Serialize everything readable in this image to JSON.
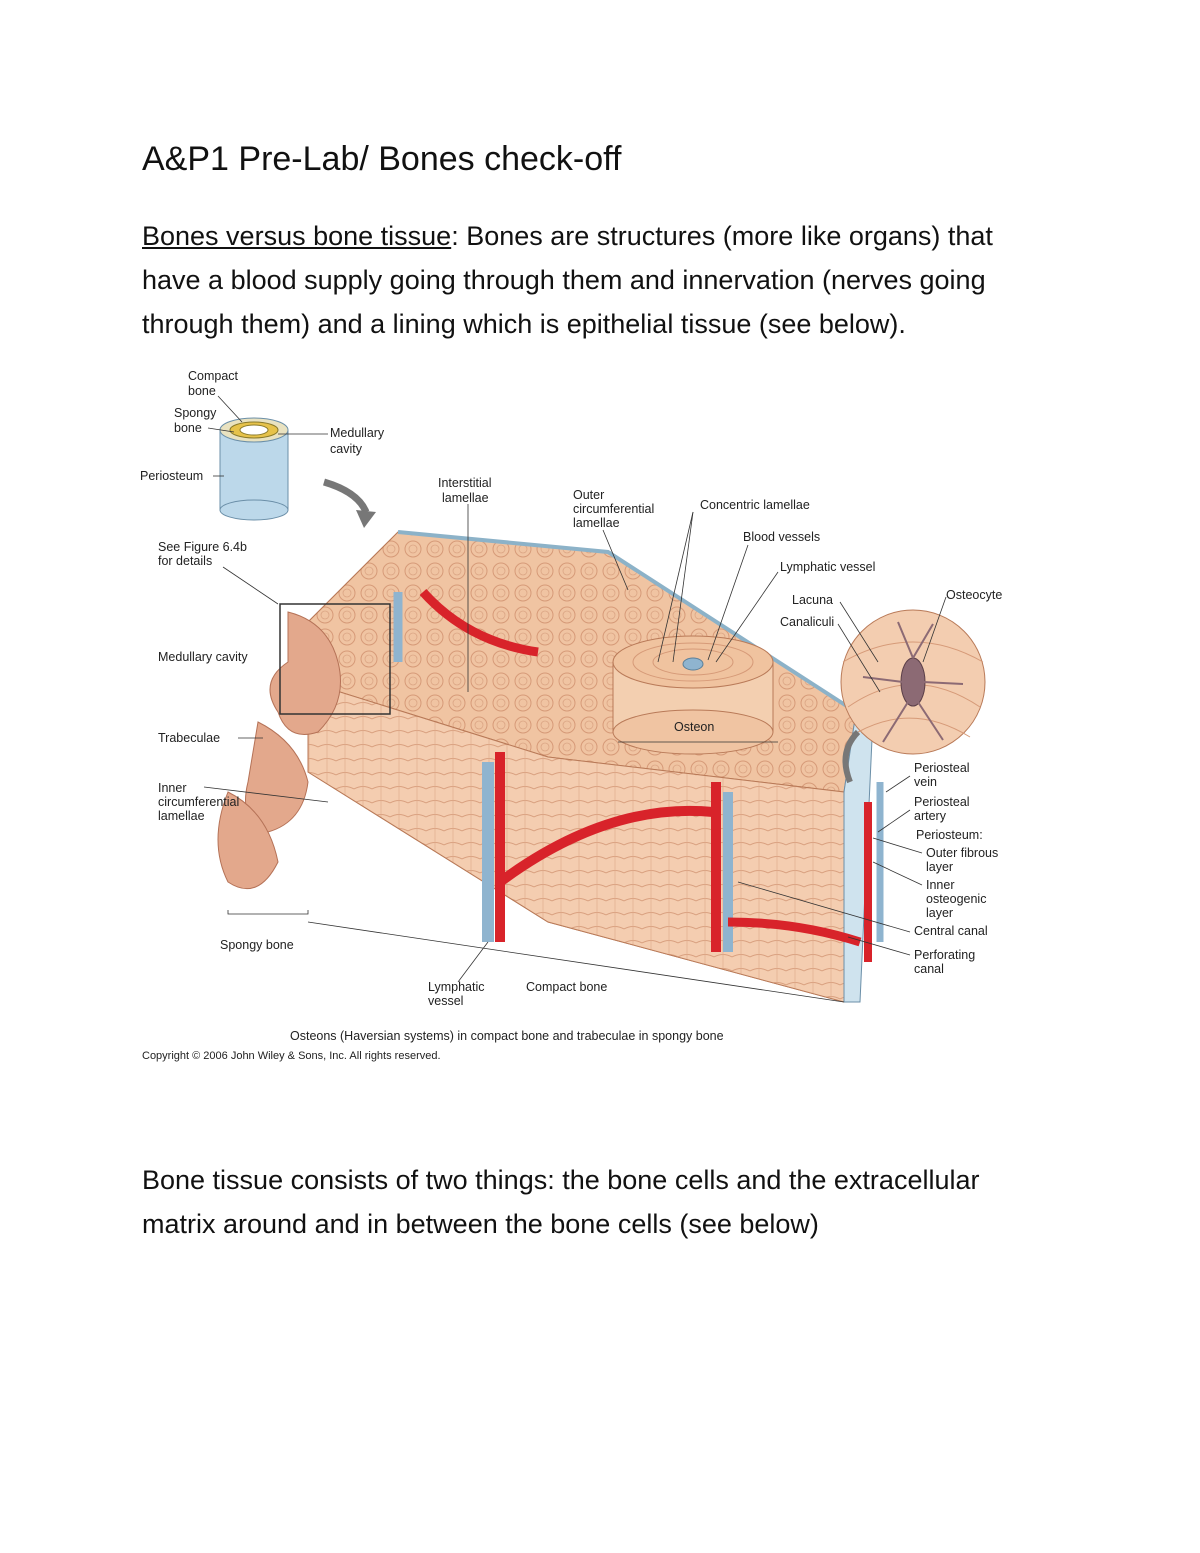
{
  "doc": {
    "title": "A&P1 Pre-Lab/ Bones check-off",
    "intro_heading": "Bones versus bone tissue",
    "intro_line1_rest": ": Bones are structures (more like organs) that",
    "intro_line2": "have a blood supply going through them and innervation (nerves going",
    "intro_line3": "through them) and a lining which is epithelial tissue (see below).",
    "tissue_line1": "Bone tissue consists of two things: the bone cells and the extracellular",
    "tissue_line2": "matrix around and in between the bone cells (see below)"
  },
  "figure": {
    "labels": {
      "compact_bone_1": "Compact",
      "compact_bone_2": "bone",
      "spongy_bone_1": "Spongy",
      "spongy_bone_2": "bone",
      "medullary_cavity_top_1": "Medullary",
      "medullary_cavity_top_2": "cavity",
      "periosteum_top": "Periosteum",
      "interstitial_1": "Interstitial",
      "interstitial_2": "lamellae",
      "outer_circ_1": "Outer",
      "outer_circ_2": "circumferential",
      "outer_circ_3": "lamellae",
      "concentric": "Concentric lamellae",
      "blood_vessels": "Blood vessels",
      "lymphatic_vessel_top": "Lymphatic vessel",
      "lacuna": "Lacuna",
      "canaliculi": "Canaliculi",
      "osteocyte": "Osteocyte",
      "see_fig_1": "See Figure 6.4b",
      "see_fig_2": "for details",
      "medullary_cavity_left": "Medullary cavity",
      "trabeculae": "Trabeculae",
      "inner_circ_1": "Inner",
      "inner_circ_2": "circumferential",
      "inner_circ_3": "lamellae",
      "osteon": "Osteon",
      "periosteal_vein_1": "Periosteal",
      "periosteal_vein_2": "vein",
      "periosteal_artery_1": "Periosteal",
      "periosteal_artery_2": "artery",
      "periosteum_right": "Periosteum:",
      "outer_fibrous_1": "Outer fibrous",
      "outer_fibrous_2": "layer",
      "inner_osteo_1": "Inner",
      "inner_osteo_2": "osteogenic",
      "inner_osteo_3": "layer",
      "central_canal": "Central canal",
      "perforating_1": "Perforating",
      "perforating_2": "canal",
      "spongy_bone_bottom": "Spongy bone",
      "lymphatic_bottom_1": "Lymphatic",
      "lymphatic_bottom_2": "vessel",
      "compact_bone_bottom": "Compact bone"
    },
    "caption": "Osteons (Haversian systems) in compact bone and trabeculae in spongy bone",
    "copyright": "Copyright © 2006 John Wiley & Sons, Inc.  All rights reserved."
  },
  "colors": {
    "bone": "#f2c7a4",
    "bone_dark": "#d99a74",
    "artery": "#d8232a",
    "vein": "#8fb4cf",
    "periosteum": "#cfe3ee"
  }
}
